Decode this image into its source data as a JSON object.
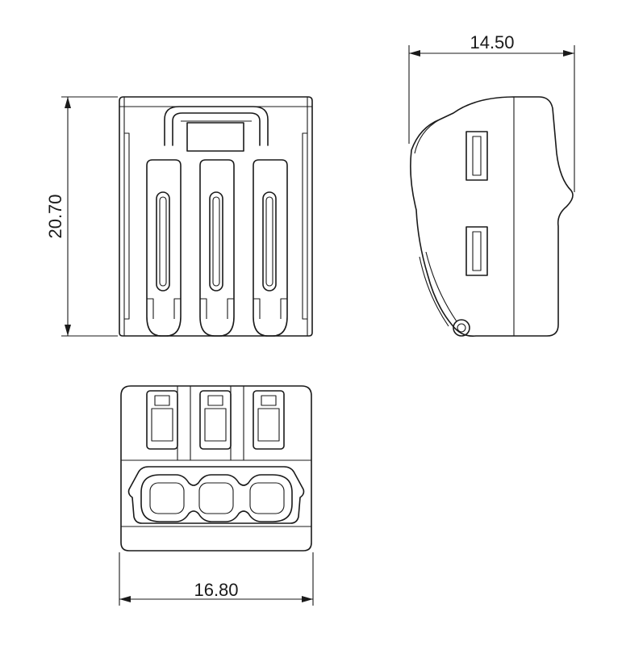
{
  "dimensions": {
    "height": "20.70",
    "depth": "14.50",
    "width": "16.80"
  }
}
